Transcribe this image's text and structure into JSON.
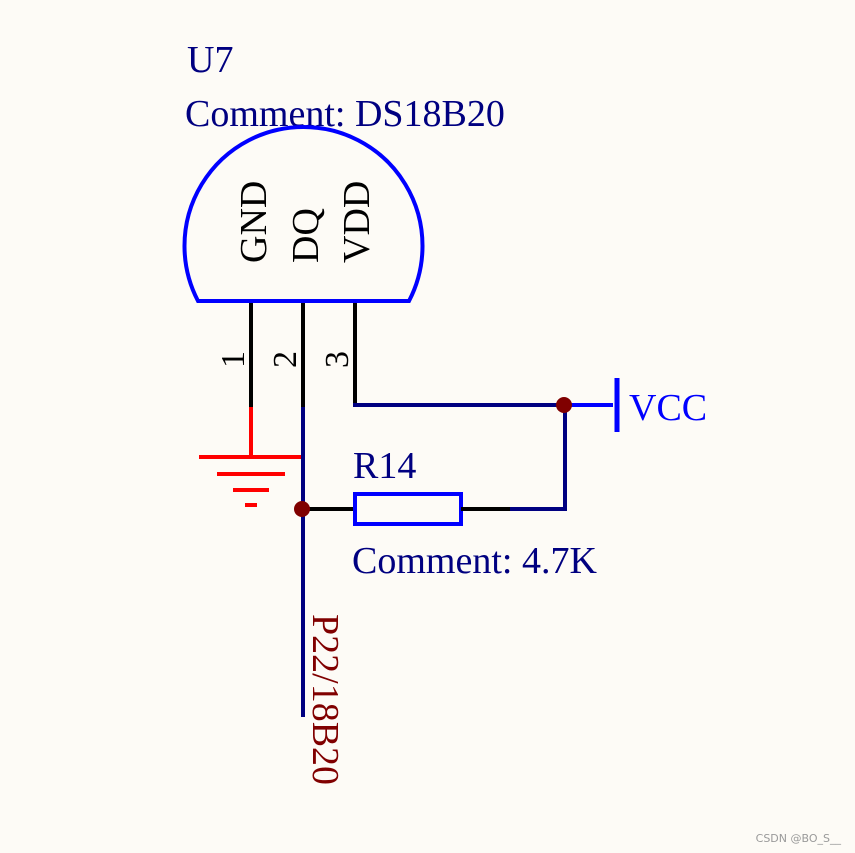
{
  "component": {
    "designator": "U7",
    "comment": "Comment: DS18B20",
    "pin_names": [
      "GND",
      "DQ",
      "VDD"
    ],
    "pin_numbers": [
      "1",
      "2",
      "3"
    ]
  },
  "resistor": {
    "designator": "R14",
    "comment": "Comment: 4.7K"
  },
  "power_port": {
    "label": "VCC"
  },
  "net_label": {
    "label": "P22/18B20"
  },
  "watermark": "CSDN @BO_S__",
  "colors": {
    "background": "#fdfbf6",
    "component_body": "#0000ff",
    "wire": "#000080",
    "ground": "#ff0000",
    "pin": "#000000",
    "junction": "#800000",
    "net_label": "#800000",
    "text": "#000080"
  }
}
